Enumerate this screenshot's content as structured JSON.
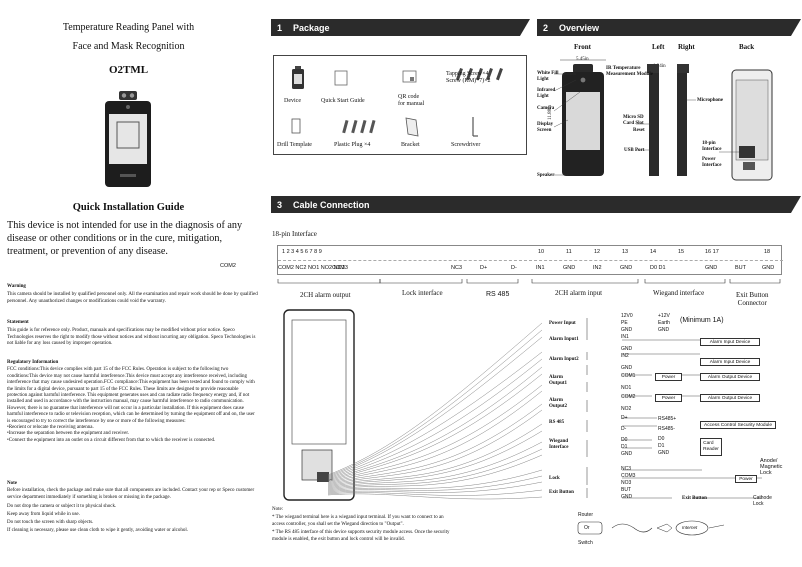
{
  "left": {
    "title_line1": "Temperature Reading Panel with",
    "title_line2": "Face and Mask Recognition",
    "model": "O2TML",
    "guide_title": "Quick Installation Guide",
    "disclaimer": "This device is not intended for use in the diagnosis of any disease or other conditions or in the cure, mitigation, treatment, or prevention of any disease.",
    "warning_h": "Warning",
    "warning_p": "This camera should be installed by qualified personnel only. All the examination and repair work should be done by qualified personnel. Any unauthorized changes or modifications could void the warranty.",
    "statement_h": "Statement",
    "statement_p": "This guide is for reference only. Product, manuals and specifications may be modified without prior notice. Speco Technologies reserves the right to modify those without notices and without incurring any obligation. Speco Technologies is not liable for any loss caused by improper operation.",
    "reg_h": "Regulatory Information",
    "reg_p": "FCC conditions:This device complies with part 15 of the FCC Rules. Operation is subject to the following two conditions:This device may not cause harmful interference.This device must accept any interference received, including interference that may cause undesired operation.FCC compliance:This equipment has been tested and found to comply with the limits for a digital device, pursuant to part 15 of the FCC Rules. These limits are designed to provide reasonable protection against harmful interference. This equipment generates uses and can radiate radio frequency energy and, if not installed and used in accordance with the instruction manual, may cause harmful interference to radio communication. However, there is no guarantee that interference will not occur in a particular installation. If this equipment does cause harmful interference to radio or television reception, which can be determined by turning the equipment off and on, the user is encouraged to try to correct the interference by one or more of the following measures:",
    "reg_b1": "•Reorient or relocate the receiving antenna.",
    "reg_b2": "•Increase the separation between the equipment and receiver.",
    "reg_b3": "•Connect the equipment into an outlet on a circuit different from that to which the receiver is connected.",
    "note_h": "Note",
    "note_p": "Before installation, check the package and make sure that all components are included. Contact your rep or Speco customer service department immediately if something is broken or missing in the package.",
    "note_l1": "Do not drop the camera or subject it to physical shock.",
    "note_l2": "Keep away from liquid while in use.",
    "note_l3": "Do not touch the screen with sharp objects.",
    "note_l4": "If cleaning is necessary, please use clean cloth to wipe it gently, avoiding water or alcohol."
  },
  "package": {
    "num": "1",
    "title": "Package",
    "items": [
      "Device",
      "Quick Start Guide",
      "QR code\nfor manual",
      "Tapping Screw×4\nScrew (KM)*7)×2",
      "Drill Template",
      "Plastic Plug ×4",
      "Bracket",
      "Screwdriver"
    ]
  },
  "overview": {
    "num": "2",
    "title": "Overview",
    "front": "Front",
    "left": "Left",
    "right": "Right",
    "back": "Back",
    "dim_width": "5.45in",
    "dim_depth": "1.34in",
    "dim_height": "11.88in",
    "labels": {
      "white_fill": "White Fill Light",
      "ir_temp": "IR Temperature Measurement Module",
      "infrared": "Infrared Light",
      "camera": "Camera",
      "display": "Display Screen",
      "speaker": "Speaker",
      "micro_sd": "Micro SD Card Slot",
      "reset": "Reset",
      "usb": "USB Port",
      "microphone": "Microphone",
      "pin18": "18-pin Interface",
      "power_if": "Power Interface"
    }
  },
  "cable": {
    "num": "3",
    "title": "Cable Connection",
    "subtitle": "18-pin Interface",
    "pin_numbers": [
      "1 2 3 4 5 6 7 8 9",
      "10",
      "11",
      "12",
      "13",
      "14",
      "15",
      "16 17",
      "18"
    ],
    "pin_names": [
      "COM2 NC2 NO1 NO2 NC1",
      "COM3",
      "NC3",
      "D+",
      "D-",
      "IN1",
      "GND",
      "IN2",
      "GND",
      "D0 D1",
      "GND",
      "BUT",
      "GND"
    ],
    "pin_names_top": "COM2",
    "groups": [
      "2CH alarm output",
      "Lock interface",
      "RS 485",
      "2CH alarm input",
      "Wiegand interface",
      "Exit Button\nConnector"
    ],
    "wire_groups": [
      "Power Input",
      "Alarm Input1",
      "Alarm Input2",
      "Alarm\nOutput1",
      "Alarm\nOutput2",
      "RS 485",
      "Wiegand\nInterface",
      "Lock",
      "Exit Button"
    ],
    "wires": [
      "12V0",
      "PE",
      "GND",
      "IN1",
      "GND",
      "IN2",
      "GND",
      "COM1",
      "NO1",
      "COM2",
      "NO2",
      "D+",
      "D-",
      "D0",
      "D1",
      "GND",
      "NC3",
      "COM3",
      "NO3",
      "BUT",
      "GND"
    ],
    "power_spec": [
      "+12V",
      "Earth",
      "GND",
      "(Minimum 1A)"
    ],
    "devices": [
      "Alarm Input Device",
      "Alarm Input Device",
      "Power",
      "Alarm Output Device",
      "Power",
      "Alarm Output Device",
      "RS485+",
      "RS485-",
      "Access Control Security Module",
      "D0",
      "D1",
      "GND",
      "Card\nReader",
      "Power",
      "Anode/\nMagnetic\nLock",
      "Exit Button",
      "Cathode\nLock"
    ],
    "network": [
      "Router",
      "Or",
      "Switch",
      "Internet"
    ],
    "note_h": "Note:",
    "note_l1": "* The wiegand terminal here is a wiegand input terminal. If you want to connect to an access controller, you shall set the Wiegand direction to \"Output\".",
    "note_l2": "* The RS 485 interface of this device supports security module access. Once the security module is enabled, the exit button and lock control will be invalid."
  },
  "colors": {
    "header_bg": "#2b2b2b",
    "header_text": "#ffffff"
  }
}
